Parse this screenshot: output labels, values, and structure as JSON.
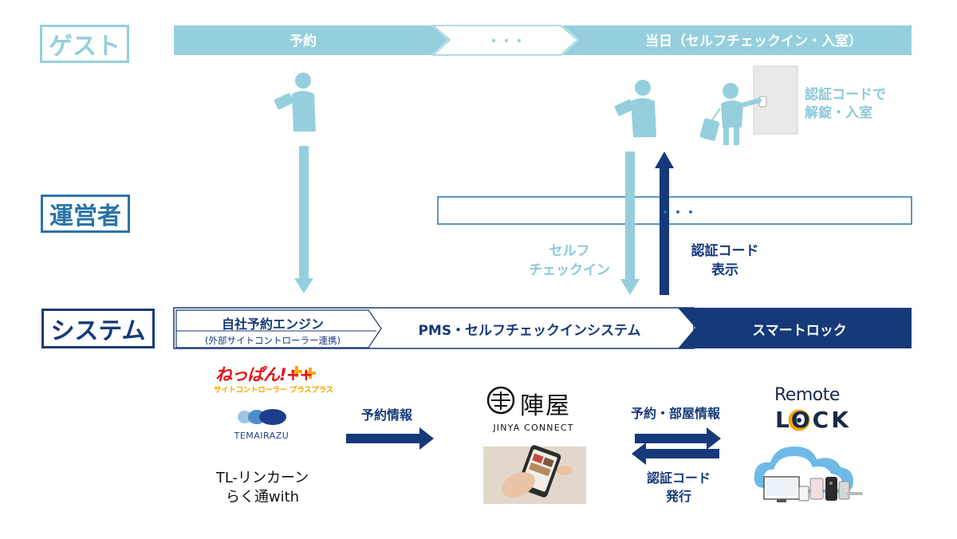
{
  "roles": {
    "guest": "ゲスト",
    "operator": "運営者",
    "system": "システム"
  },
  "guest_flow": {
    "reservation": "予約",
    "ellipsis": "・・・",
    "same_day": "当日（セルフチェックイン・入室）"
  },
  "operator_flow": {
    "ellipsis": "・・・"
  },
  "guest_action": {
    "line1": "認証コードで",
    "line2": "解錠・入室"
  },
  "labels": {
    "self_checkin_line1": "セルフ",
    "self_checkin_line2": "チェックイン",
    "auth_code_display_line1": "認証コード",
    "auth_code_display_line2": "表示"
  },
  "system_bar": {
    "booking_engine": "自社予約エンジン",
    "site_controller": "(外部サイトコントローラー連携)",
    "pms": "PMS・セルフチェックインシステム",
    "smart_lock": "スマートロック"
  },
  "bottom": {
    "neppan_logo": "ねっぱん!++",
    "neppan_sub": "サイトコントローラー プラスプラス",
    "temairazu": "TEMAIRAZU",
    "tl_line1": "TL-リンカーン",
    "tl_line2": "らく通with",
    "booking_info": "予約情報",
    "jinya_kanji": "陣屋",
    "jinya_connect": "JINYA CONNECT",
    "booking_room_info": "予約・部屋情報",
    "auth_issue_line1": "認証コード",
    "auth_issue_line2": "発行",
    "remote": "Remote",
    "lock": "LOCK"
  },
  "colors": {
    "light_teal": "#95cfdd",
    "navy": "#16397a",
    "role_light": "#93cfdc",
    "role_dark": "#2a73a9",
    "neppan_red": "#e8121a",
    "neppan_yellow": "#f5a800"
  }
}
